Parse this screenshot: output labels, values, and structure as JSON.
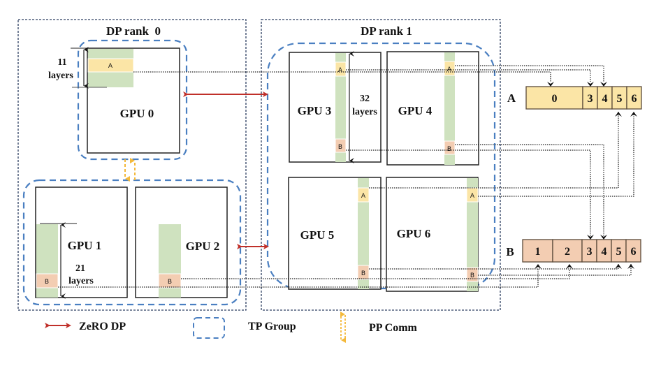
{
  "title": "ZeRO DP / TP / PP layer partition diagram",
  "dp_ranks": [
    {
      "label": "DP rank  0"
    },
    {
      "label": "DP rank 1"
    }
  ],
  "gpus": [
    {
      "id": 0,
      "label": "GPU 0",
      "dp_rank": 0,
      "tp_group": 0,
      "layers": 11,
      "layers_label": "11",
      "shards": [
        "A"
      ]
    },
    {
      "id": 1,
      "label": "GPU 1",
      "dp_rank": 0,
      "tp_group": 1,
      "layers": 21,
      "layers_label": "21",
      "shards": [
        "B"
      ]
    },
    {
      "id": 2,
      "label": "GPU 2",
      "dp_rank": 0,
      "tp_group": 1,
      "shards": [
        "B"
      ]
    },
    {
      "id": 3,
      "label": "GPU 3",
      "dp_rank": 1,
      "tp_group": 2,
      "layers": 32,
      "layers_label": "32",
      "shards": [
        "A",
        "B"
      ]
    },
    {
      "id": 4,
      "label": "GPU 4",
      "dp_rank": 1,
      "tp_group": 2,
      "shards": [
        "A",
        "B"
      ]
    },
    {
      "id": 5,
      "label": "GPU 5",
      "dp_rank": 1,
      "tp_group": 2,
      "shards": [
        "A",
        "B"
      ]
    },
    {
      "id": 6,
      "label": "GPU 6",
      "dp_rank": 1,
      "tp_group": 2,
      "shards": [
        "A",
        "B"
      ]
    }
  ],
  "layers_word": "layers",
  "shard_labels": {
    "A": "A",
    "B": "B"
  },
  "buffers": [
    {
      "name": "A",
      "label": "A",
      "cells": [
        "0",
        "3",
        "4",
        "5",
        "6"
      ],
      "color": "#fbe5a6"
    },
    {
      "name": "B",
      "label": "B",
      "cells": [
        "1",
        "2",
        "3",
        "4",
        "5",
        "6"
      ],
      "color": "#f3cdb2"
    }
  ],
  "legend": [
    {
      "key": "zero-dp",
      "label": "ZeRO DP",
      "color": "#c0302a"
    },
    {
      "key": "tp-group",
      "label": "TP Group",
      "color": "#4a7fc1"
    },
    {
      "key": "pp-comm",
      "label": "PP Comm",
      "color": "#f4b93b"
    }
  ],
  "colors": {
    "layer_green": "#cfe2bf",
    "shard_a": "#fbe5a6",
    "shard_b": "#f3cdb2",
    "dp_border": "#2c3e60",
    "tp_dash": "#4a7fc1",
    "zero_arrow": "#c0302a",
    "pp_arrow": "#f4b93b"
  }
}
